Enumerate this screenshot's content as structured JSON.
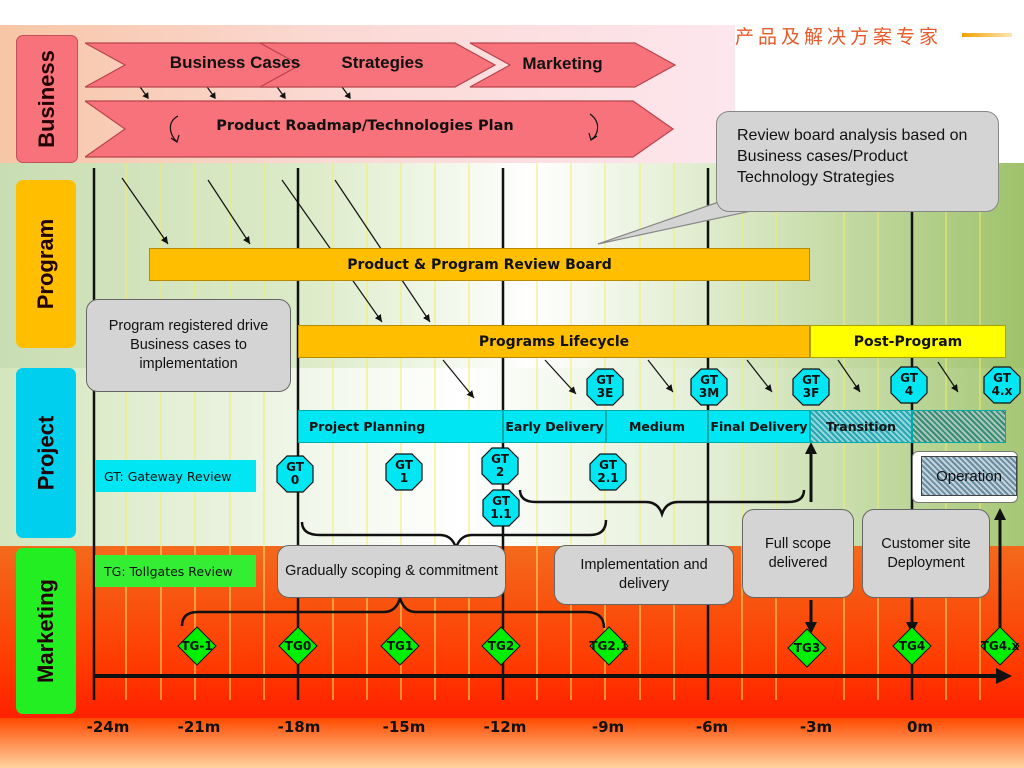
{
  "brand_text": "产品及解决方案专家",
  "lanes": {
    "business": "Business",
    "program": "Program",
    "project": "Project",
    "marketing": "Marketing"
  },
  "business": {
    "chevrons": [
      "Business Cases",
      "Strategies",
      "Marketing"
    ],
    "roadmap": "Product Roadmap/Technologies Plan"
  },
  "callout": "Review board analysis based on Business cases/Product Technology Strategies",
  "program": {
    "review_board": "Product & Program Review Board",
    "lifecycle": "Programs Lifecycle",
    "post_program": "Post-Program",
    "registered_note": "Program registered drive Business cases to implementation"
  },
  "project": {
    "phases": [
      "Project Planning",
      "Early Delivery",
      "Medium",
      "Final Delivery",
      "Transition"
    ],
    "operation": "Operation",
    "gateway_legend": "GT: Gateway Review",
    "gateways": [
      "GT\n0",
      "GT\n1",
      "GT\n2",
      "GT\n1.1",
      "GT\n2.1",
      "GT\n3E",
      "GT\n3M",
      "GT\n3F",
      "GT\n4",
      "GT\n4.x"
    ]
  },
  "notes": {
    "scoping": "Gradually scoping & commitment",
    "implementation": "Implementation and delivery",
    "full_scope": "Full scope delivered",
    "customer_site": "Customer site Deployment"
  },
  "marketing": {
    "tollgate_legend": "TG: Tollgates Review",
    "tollgates": [
      "TG-1",
      "TG0",
      "TG1",
      "TG2",
      "TG2.1",
      "TG3",
      "TG4",
      "TG4.x"
    ]
  },
  "axis": {
    "ticks": [
      "-24m",
      "-21m",
      "-18m",
      "-15m",
      "-12m",
      "-9m",
      "-6m",
      "-3m",
      "0m"
    ]
  },
  "colors": {
    "chevron": "#f7727a",
    "review_board": "#ffbf00",
    "post_program": "#ffff00",
    "phase": "#00e6f2",
    "gateway": "#00e6f2",
    "tollgate": "#00ee00",
    "program_lane": "#ffbf00",
    "project_lane": "#00d0ee",
    "marketing_lane": "#22ee22",
    "business_lane": "#f7727a"
  }
}
